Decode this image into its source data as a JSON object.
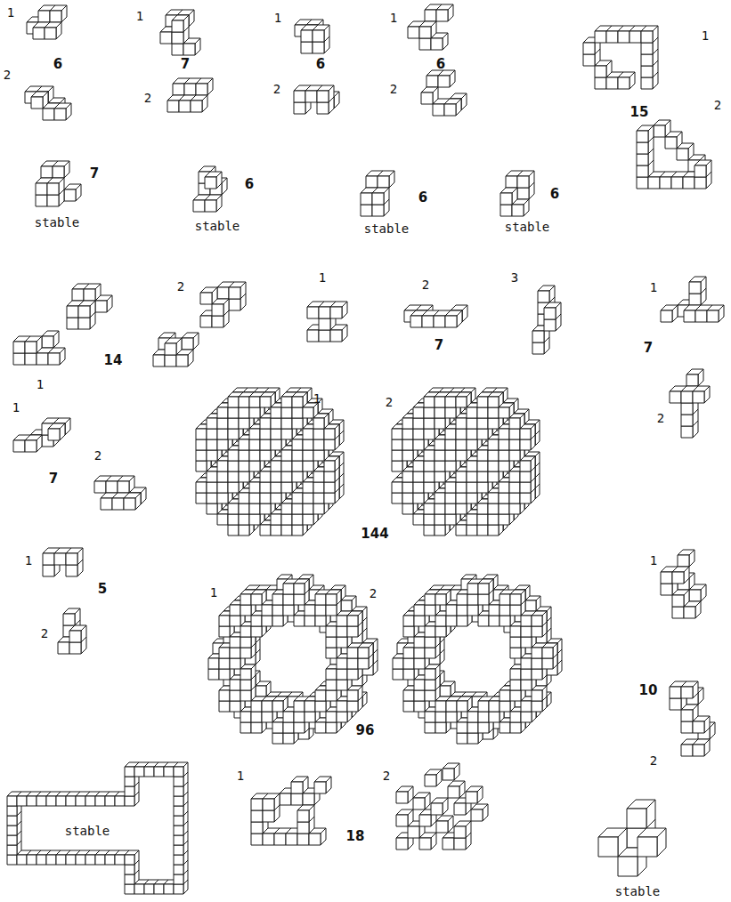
{
  "diagram": {
    "labels": [
      "1",
      "6",
      "2",
      "1",
      "7",
      "2",
      "1",
      "6",
      "2",
      "1",
      "6",
      "2",
      "1",
      "15",
      "2",
      "7",
      "stable",
      "6",
      "stable",
      "6",
      "stable",
      "6",
      "stable",
      "14",
      "2",
      "1",
      "2",
      "7",
      "3",
      "1",
      "7",
      "2",
      "1",
      "1",
      "2",
      "7",
      "1",
      "2",
      "144",
      "1",
      "5",
      "2",
      "1",
      "2",
      "96",
      "1",
      "10",
      "2",
      "stable",
      "1",
      "18",
      "2",
      "stable"
    ]
  }
}
